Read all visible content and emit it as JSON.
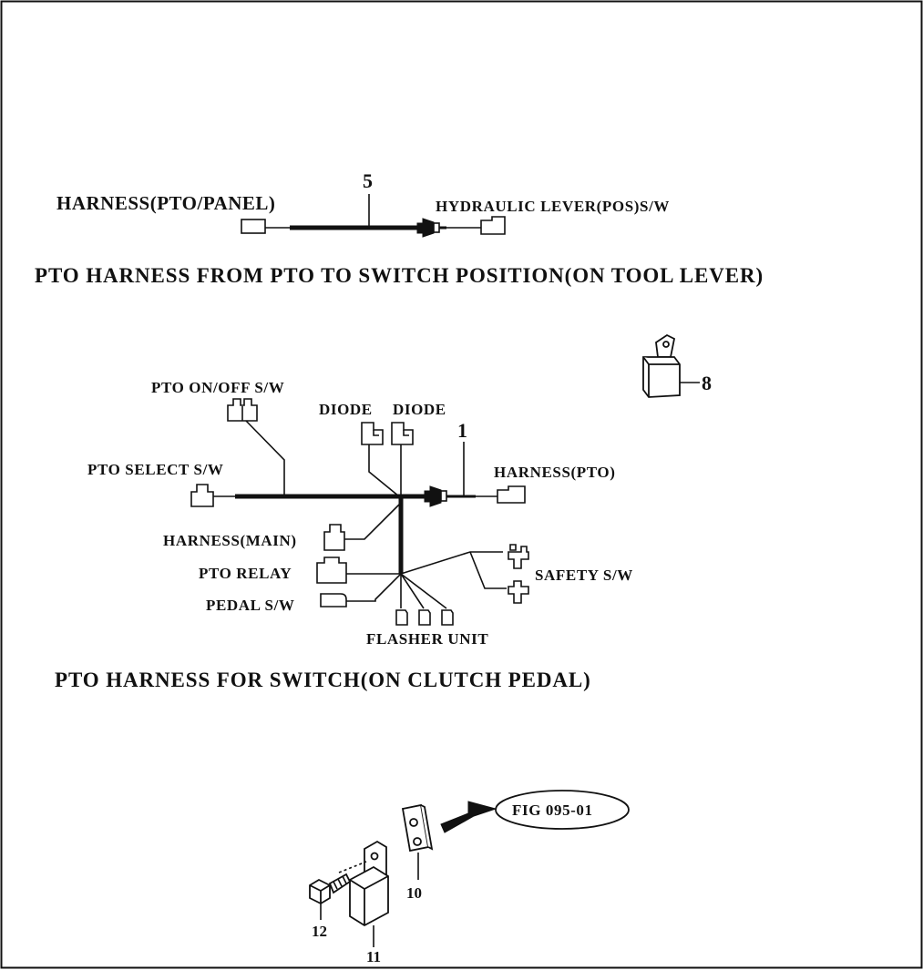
{
  "harness_top": {
    "left_label": "HARNESS(PTO/PANEL)",
    "right_label": "HYDRAULIC LEVER(POS)S/W",
    "part_no": "5",
    "caption": "PTO HARNESS FROM PTO TO  SWITCH POSITION(ON TOOL LEVER)"
  },
  "harness_mid": {
    "on_off": "PTO  ON/OFF S/W",
    "diode_1": "DIODE",
    "diode_2": "DIODE",
    "part_no": "1",
    "select": "PTO SELECT S/W",
    "harness_pto": "HARNESS(PTO)",
    "harness_main": "HARNESS(MAIN)",
    "relay": "PTO RELAY",
    "safety": "SAFETY S/W",
    "pedal": "PEDAL S/W",
    "flasher": "FLASHER UNIT",
    "caption": "PTO HARNESS FOR  SWITCH(ON CLUTCH PEDAL)"
  },
  "relay_part": {
    "part_no": "8"
  },
  "hardware": {
    "fig_ref": "FIG 095-01",
    "bracket_no": "10",
    "relay_no": "11",
    "bolt_no": "12"
  }
}
